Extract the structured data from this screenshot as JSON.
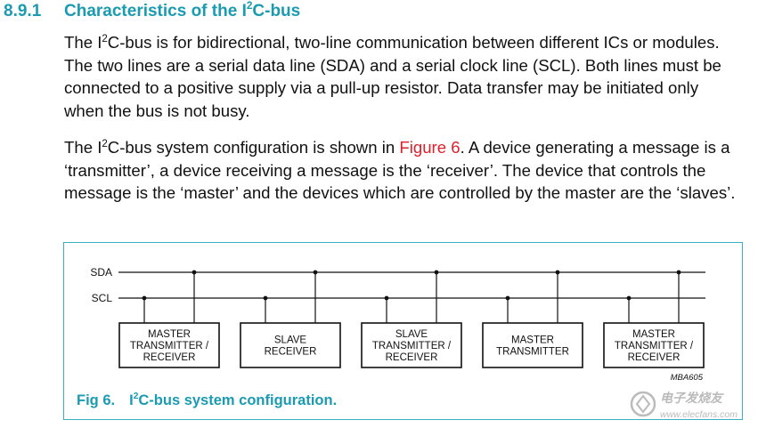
{
  "section": {
    "number": "8.9.1",
    "title_pre": "Characteristics of the I",
    "title_sup": "2",
    "title_post": "C-bus"
  },
  "paragraph1": {
    "pre": "The I",
    "sup": "2",
    "post": "C-bus is for bidirectional, two-line communication between different ICs or modules. The two lines are a serial data line (SDA) and a serial clock line (SCL). Both lines must be connected to a positive supply via a pull-up resistor. Data transfer may be initiated only when the bus is not busy."
  },
  "paragraph2": {
    "pre": "The I",
    "sup": "2",
    "mid": "C-bus system configuration is shown in ",
    "link": "Figure 6",
    "post": ". A device generating a message is a ‘transmitter’, a device receiving a message is the ‘receiver’. The device that controls the message is the ‘master’ and the devices which are controlled by the master are the ‘slaves’."
  },
  "figure": {
    "sda_label": "SDA",
    "scl_label": "SCL",
    "devices": [
      {
        "lines": [
          "MASTER",
          "TRANSMITTER /",
          "RECEIVER"
        ]
      },
      {
        "lines": [
          "SLAVE",
          "RECEIVER"
        ]
      },
      {
        "lines": [
          "SLAVE",
          "TRANSMITTER /",
          "RECEIVER"
        ]
      },
      {
        "lines": [
          "MASTER",
          "TRANSMITTER"
        ]
      },
      {
        "lines": [
          "MASTER",
          "TRANSMITTER /",
          "RECEIVER"
        ]
      }
    ],
    "code": "MBA605",
    "caption_fig": "Fig 6.",
    "caption_pre": "I",
    "caption_sup": "2",
    "caption_post": "C-bus system configuration."
  },
  "watermark": {
    "text_cn": "电子发烧友",
    "text_url": "www.elecfans.com"
  },
  "colors": {
    "heading": "#1a9bb2",
    "link": "#e0202a",
    "figure_border": "#3bb0c4",
    "watermark": "#bbbbbb"
  }
}
